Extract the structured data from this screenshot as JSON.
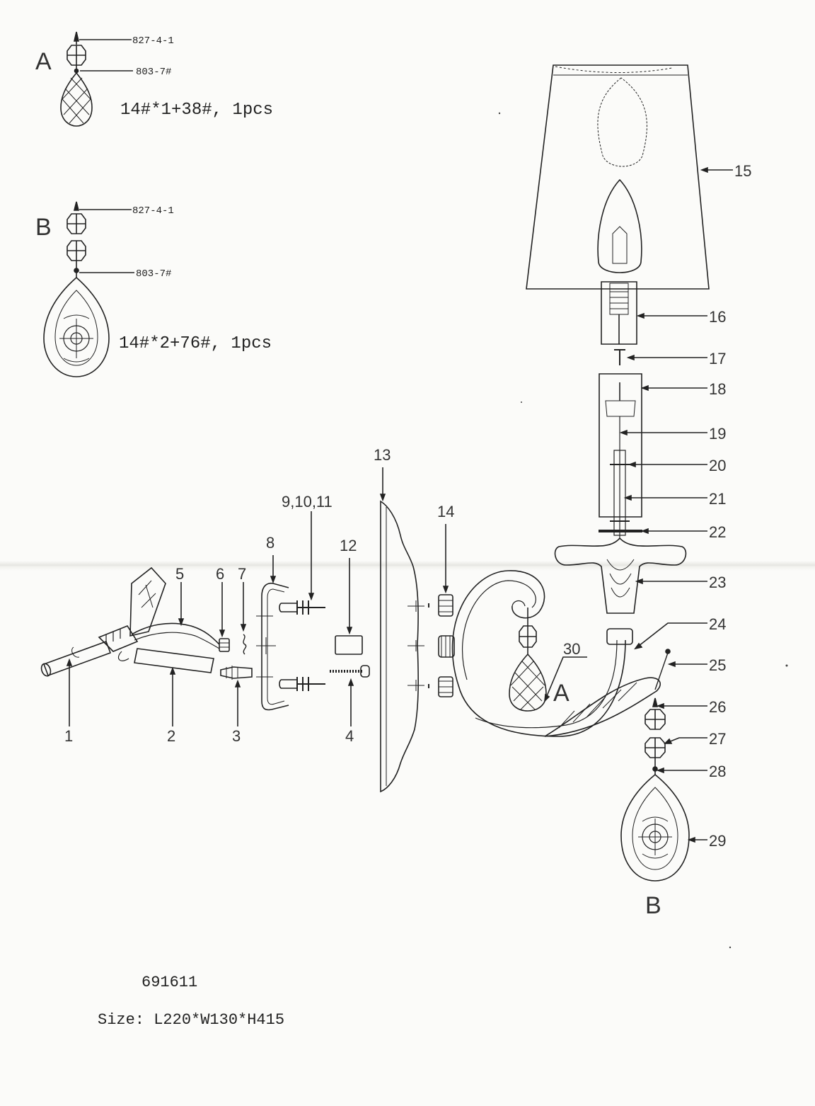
{
  "detail_a": {
    "letter": "A",
    "top_part": "827-4-1",
    "bottom_part": "803-7#",
    "spec": "14#*1+38#,  1pcs"
  },
  "detail_b": {
    "letter": "B",
    "top_part": "827-4-1",
    "bottom_part": "803-7#",
    "spec": "14#*2+76#,  1pcs"
  },
  "callouts": {
    "c1": "1",
    "c2": "2",
    "c3": "3",
    "c4": "4",
    "c5": "5",
    "c6": "6",
    "c7": "7",
    "c8": "8",
    "c9": "9,10,11",
    "c12": "12",
    "c13": "13",
    "c14": "14",
    "c15": "15",
    "c16": "16",
    "c17": "17",
    "c18": "18",
    "c19": "19",
    "c20": "20",
    "c21": "21",
    "c22": "22",
    "c23": "23",
    "c24": "24",
    "c25": "25",
    "c26": "26",
    "c27": "27",
    "c28": "28",
    "c29": "29",
    "c30": "30"
  },
  "arm_pendant_letter": "A",
  "bottom_pendant_letter": "B",
  "model_number": "691611",
  "size_text": "Size: L220*W130*H415",
  "colors": {
    "line": "#222222",
    "paper": "#fbfbf9"
  }
}
